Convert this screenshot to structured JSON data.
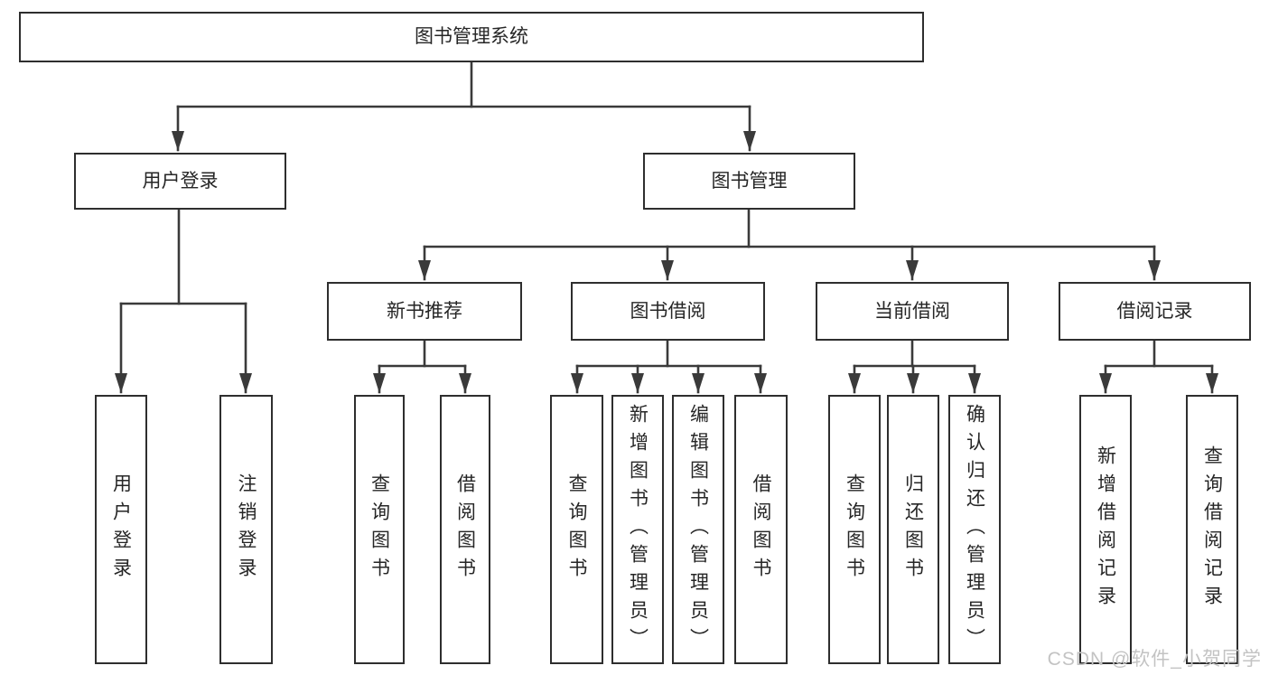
{
  "colors": {
    "line_color": "#3a3a3a",
    "border_color": "#2e2e2e",
    "text_color": "#262626",
    "watermark_color": "#c3c3c3",
    "background": "#ffffff"
  },
  "watermark": "CSDN @软件_小贺同学",
  "nodes": {
    "root": {
      "label": "图书管理系统"
    },
    "user_login": {
      "label": "用户登录"
    },
    "book_mgmt": {
      "label": "图书管理"
    },
    "new_book_rec": {
      "label": "新书推荐"
    },
    "book_borrow": {
      "label": "图书借阅"
    },
    "current_borrow": {
      "label": "当前借阅"
    },
    "borrow_record": {
      "label": "借阅记录"
    },
    "login_leaf": {
      "label": "用户登录"
    },
    "logout_leaf": {
      "label": "注销登录"
    },
    "rec_query": {
      "label": "查询图书"
    },
    "rec_borrow": {
      "label": "借阅图书"
    },
    "bor_query": {
      "label": "查询图书"
    },
    "bor_add": {
      "label": "新增图书（管理员）"
    },
    "bor_edit": {
      "label": "编辑图书（管理员）"
    },
    "bor_borrow": {
      "label": "借阅图书"
    },
    "cur_query": {
      "label": "查询图书"
    },
    "cur_return": {
      "label": "归还图书"
    },
    "cur_confirm": {
      "label": "确认归还（管理员）"
    },
    "recd_add": {
      "label": "新增借阅记录"
    },
    "recd_query": {
      "label": "查询借阅记录"
    }
  }
}
